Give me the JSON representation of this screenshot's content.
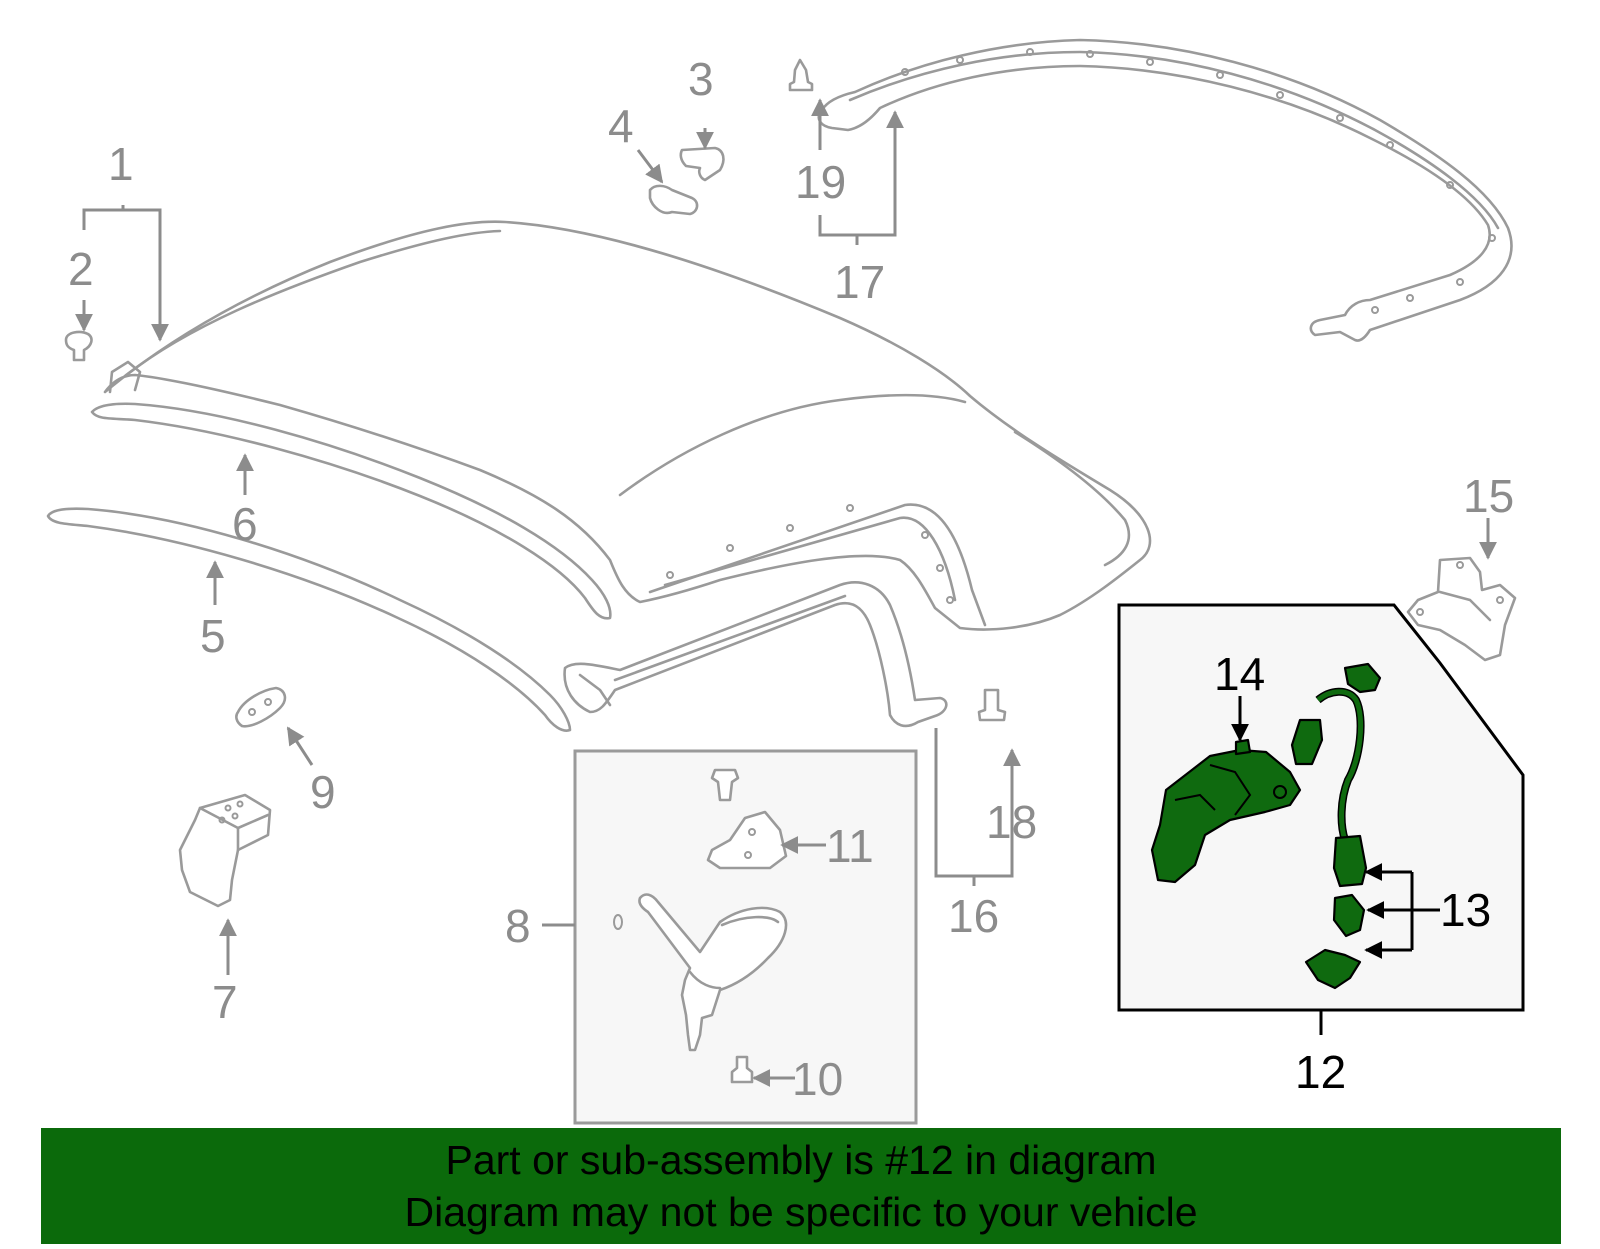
{
  "colors": {
    "banner_bg": "#0b6a0b",
    "highlight_part": "#0f6a0f",
    "part_outline": "#9a9a9a",
    "label_grey": "#8c8c8c",
    "label_black": "#000000"
  },
  "callouts": {
    "c1": "1",
    "c2": "2",
    "c3": "3",
    "c4": "4",
    "c5": "5",
    "c6": "6",
    "c7": "7",
    "c8": "8",
    "c9": "9",
    "c10": "10",
    "c11": "11",
    "c12": "12",
    "c13": "13",
    "c14": "14",
    "c15": "15",
    "c16": "16",
    "c17": "17",
    "c18": "18",
    "c19": "19"
  },
  "highlighted_callout": "12",
  "banner": {
    "line1": "Part or sub-assembly is #12 in diagram",
    "line2": "Diagram may not be specific to your vehicle"
  }
}
